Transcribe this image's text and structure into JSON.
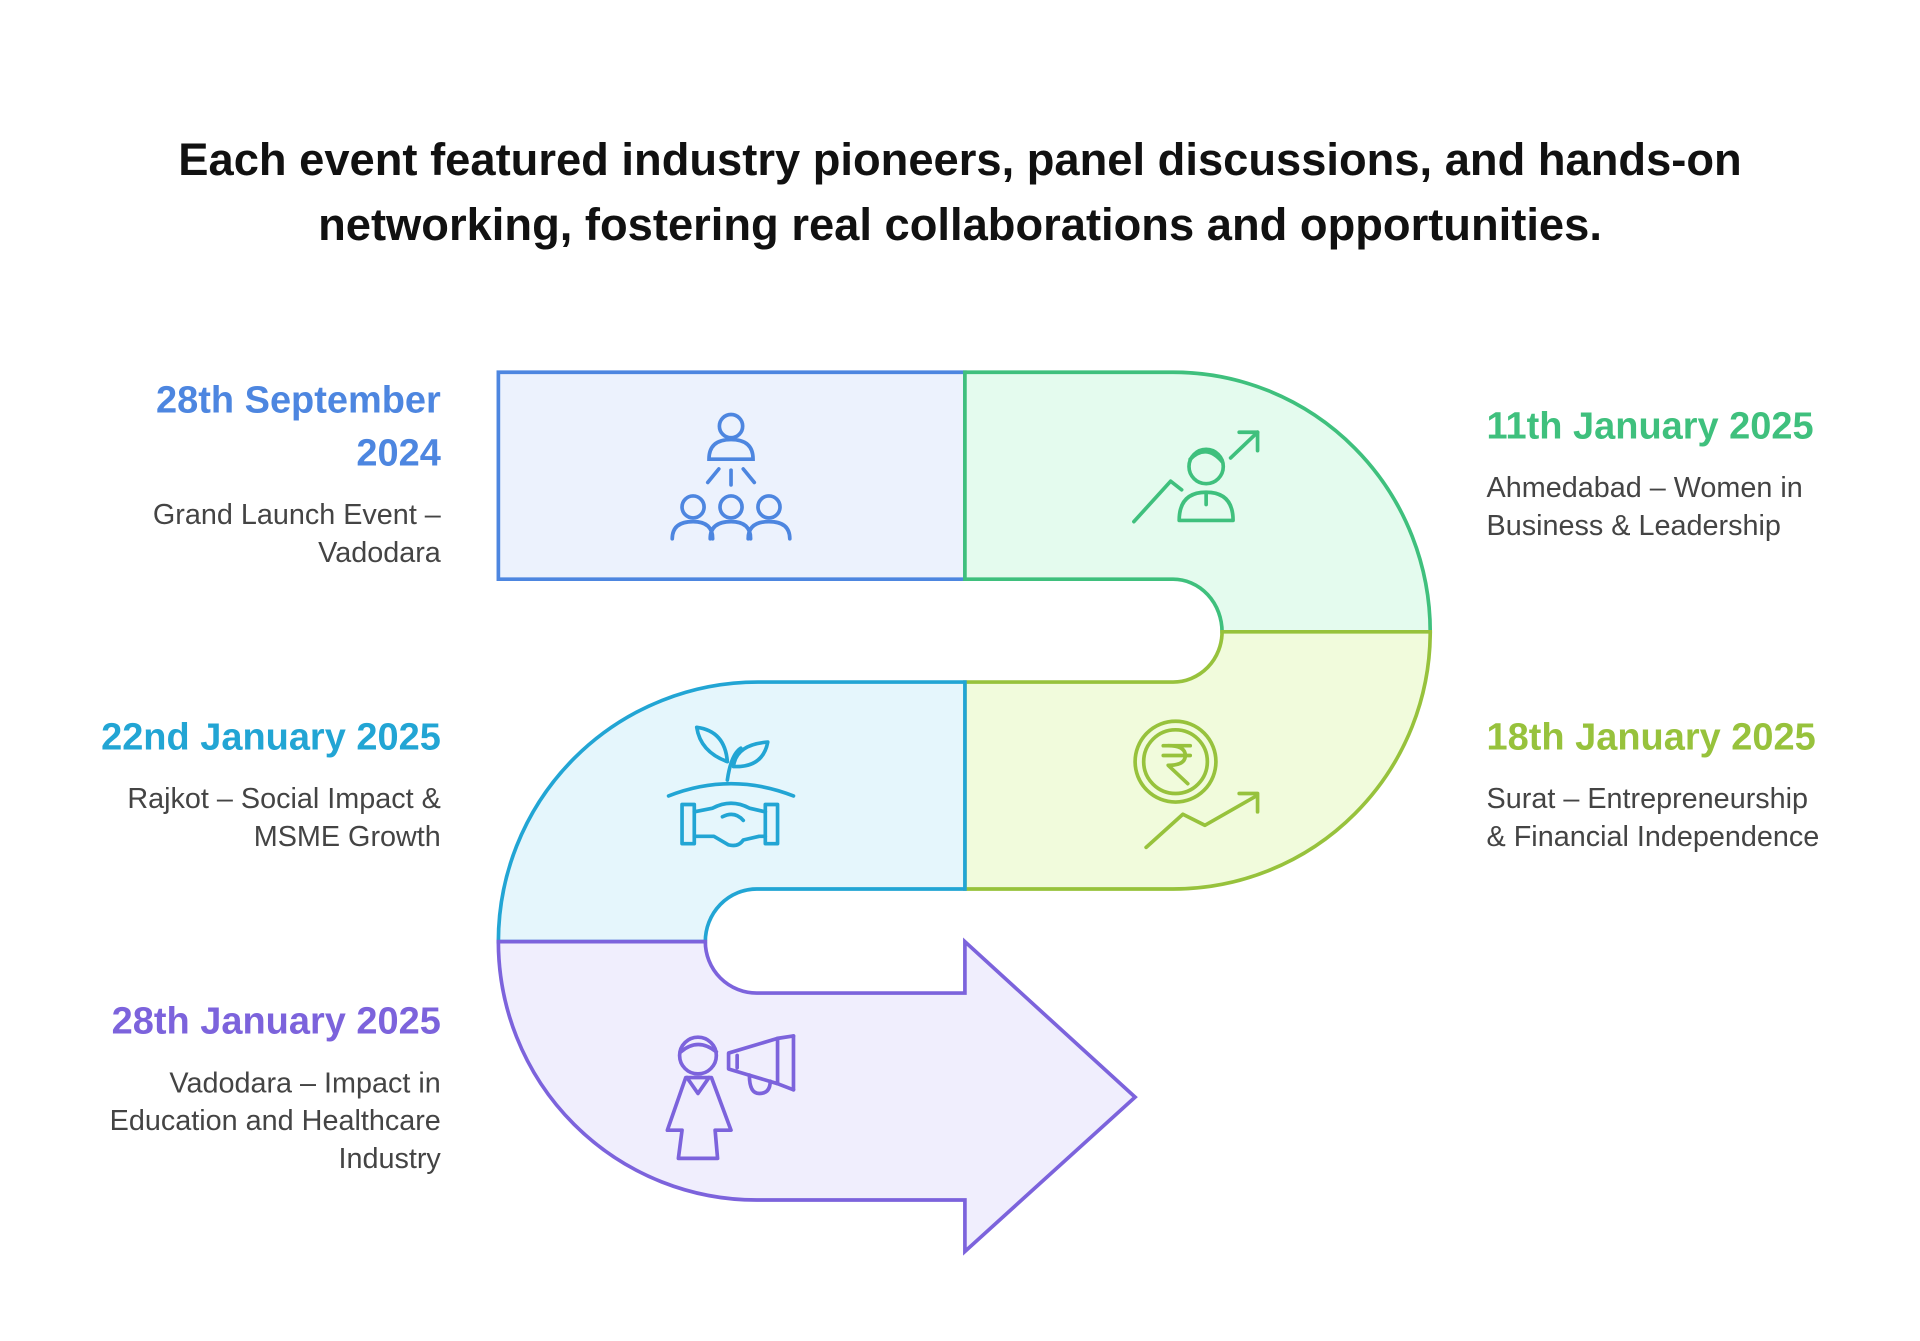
{
  "title_lines": [
    "Each event featured industry pioneers, panel discussions, and hands-on",
    "networking, fostering real collaborations and opportunities."
  ],
  "events": [
    {
      "date_lines": [
        "28th September",
        "2024"
      ],
      "desc_lines": [
        "Grand Launch Event –",
        "Vadodara"
      ],
      "color": "#4d86e0",
      "fill": "#ecf2fd",
      "icon": "team-hierarchy-icon"
    },
    {
      "date_lines": [
        "11th January 2025"
      ],
      "desc_lines": [
        "Ahmedabad – Women in",
        "Business & Leadership"
      ],
      "color": "#3fc07d",
      "fill": "#e4fbee",
      "icon": "woman-growth-icon"
    },
    {
      "date_lines": [
        "18th January 2025"
      ],
      "desc_lines": [
        "Surat – Entrepreneurship",
        "& Financial Independence"
      ],
      "color": "#97c23c",
      "fill": "#f1fbdc",
      "icon": "rupee-growth-icon"
    },
    {
      "date_lines": [
        "22nd January 2025"
      ],
      "desc_lines": [
        "Rajkot – Social Impact &",
        "MSME Growth"
      ],
      "color": "#22a5d4",
      "fill": "#e5f6fc",
      "icon": "handshake-plant-icon"
    },
    {
      "date_lines": [
        "28th January 2025"
      ],
      "desc_lines": [
        "Vadodara – Impact in",
        "Education and Healthcare",
        "Industry"
      ],
      "color": "#7c63dc",
      "fill": "#f0eefd",
      "icon": "woman-megaphone-icon"
    }
  ]
}
